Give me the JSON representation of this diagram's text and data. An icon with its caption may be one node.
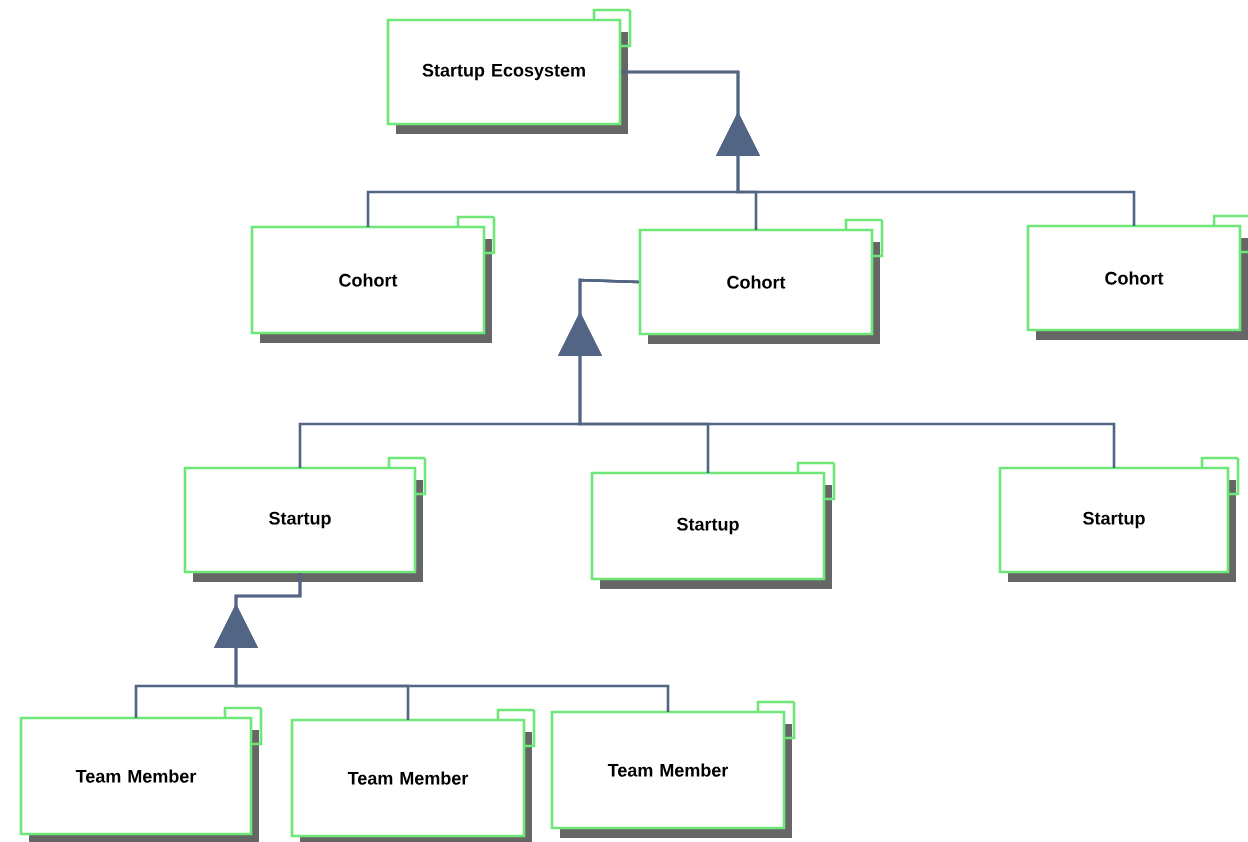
{
  "diagram": {
    "nodes": [
      {
        "text": [
          "Startup Ecosystem"
        ]
      },
      {
        "text": [
          "Cohort"
        ]
      },
      {
        "text": [
          "Cohort"
        ]
      },
      {
        "text": [
          "Cohort"
        ]
      },
      {
        "text": [
          "Startup"
        ]
      },
      {
        "text": [
          "Startup"
        ]
      },
      {
        "text": [
          "Startup"
        ]
      },
      {
        "text": [
          "Team Member"
        ]
      },
      {
        "text": [
          "Team Member"
        ]
      },
      {
        "text": [
          "Team Member"
        ]
      }
    ],
    "edges": [
      {
        "from": 1,
        "to": 0,
        "arrow": "to"
      },
      {
        "from": 2,
        "to": 0,
        "arrow": "to"
      },
      {
        "from": 3,
        "to": 0,
        "arrow": "to"
      },
      {
        "from": 4,
        "to": 2,
        "arrow": "to"
      },
      {
        "from": 5,
        "to": 2,
        "arrow": "to"
      },
      {
        "from": 6,
        "to": 2,
        "arrow": "to"
      },
      {
        "from": 7,
        "to": 4,
        "arrow": "to"
      },
      {
        "from": 8,
        "to": 4,
        "arrow": "to"
      },
      {
        "from": 9,
        "to": 4,
        "arrow": "to"
      }
    ]
  }
}
